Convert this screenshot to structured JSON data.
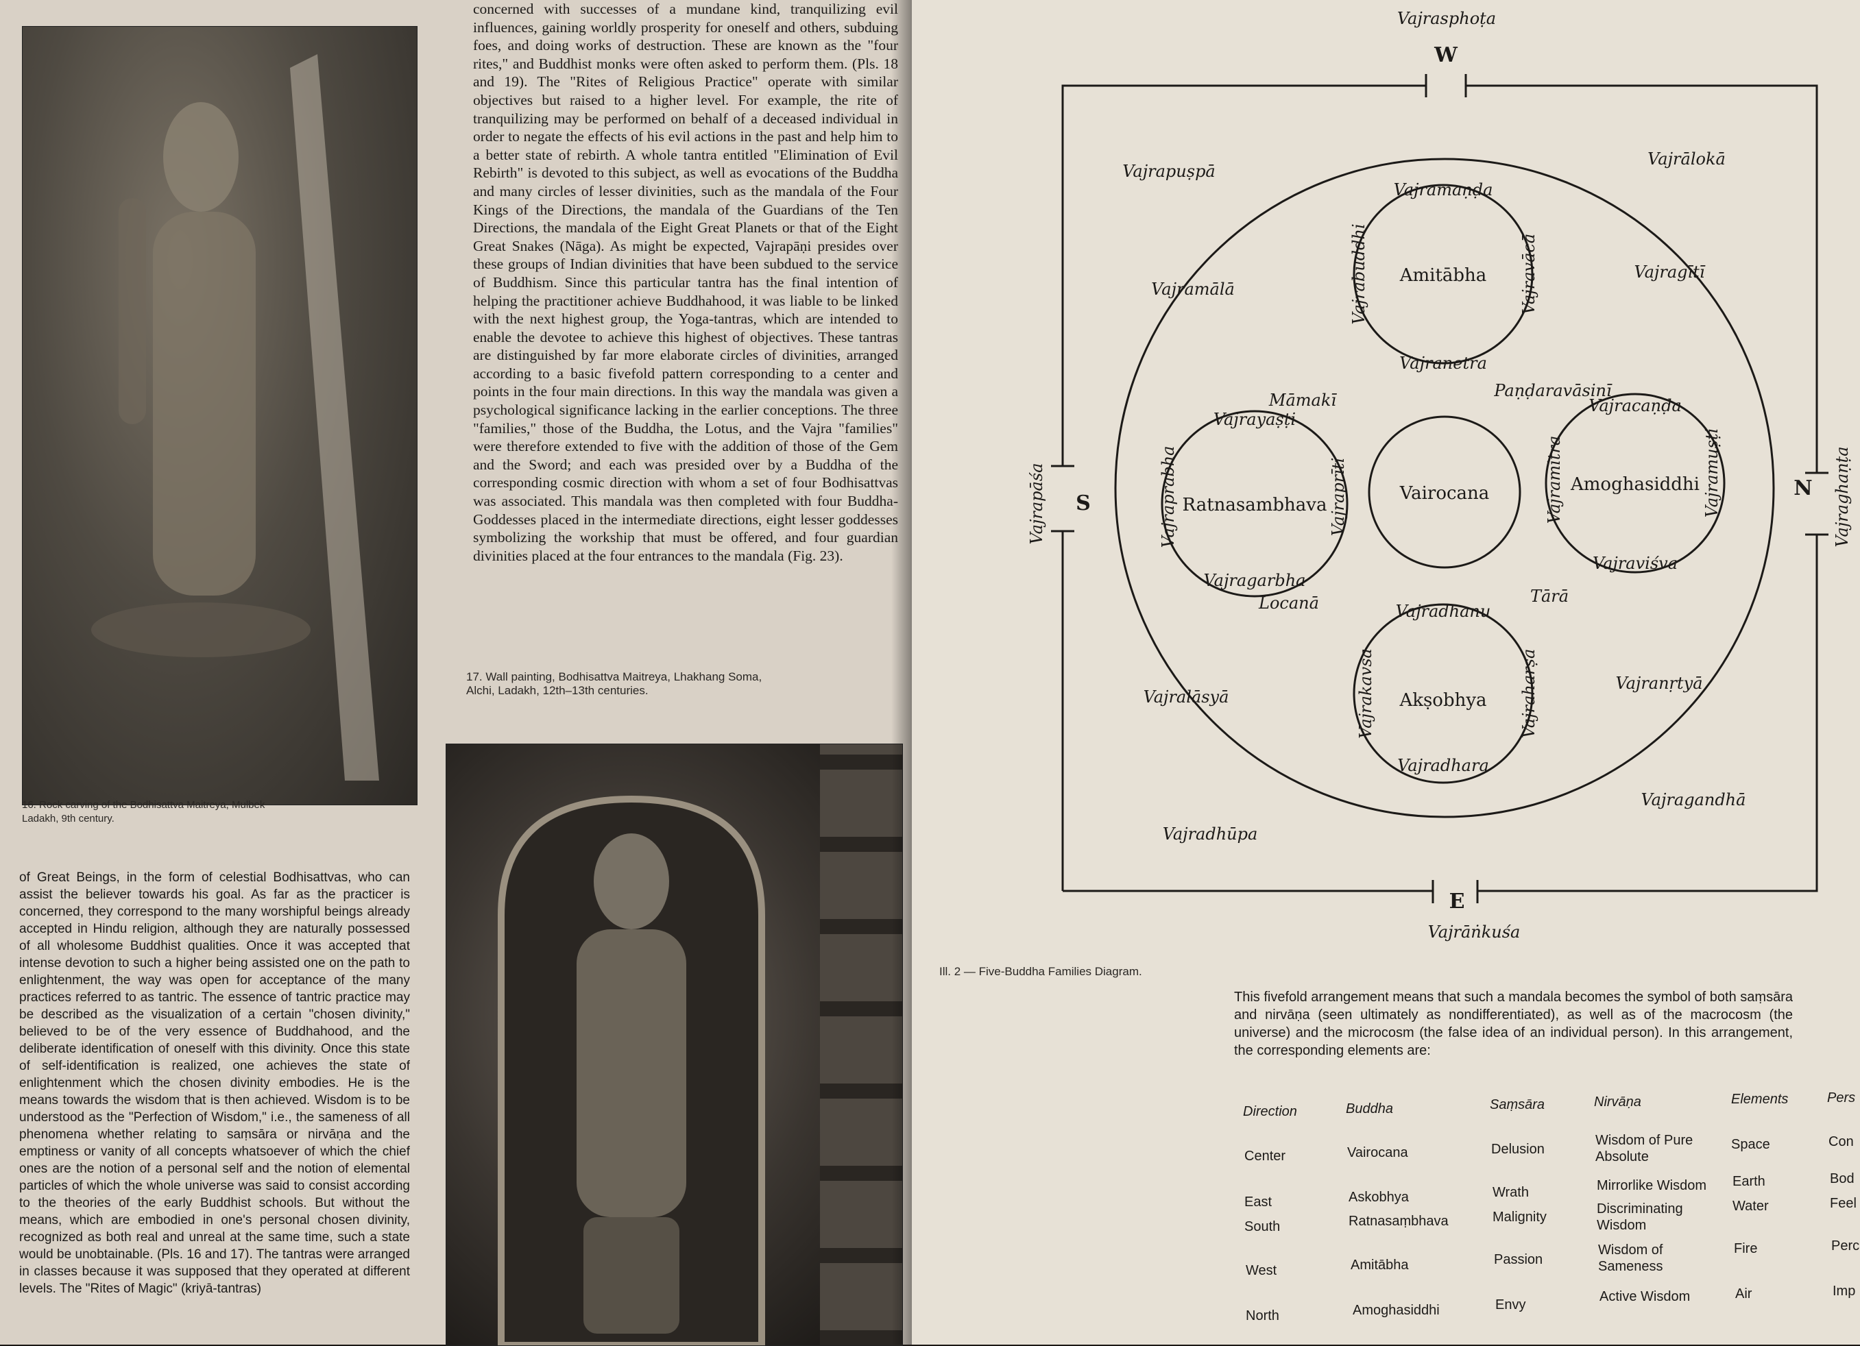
{
  "left_page": {
    "top_paragraph": "concerned with successes of a mundane kind, tranquilizing evil influences, gaining worldly prosperity for oneself and others, subduing foes, and doing works of destruction. These are known as the \"four rites,\" and Buddhist monks were often asked to perform them. (Pls. 18 and 19). The \"Rites of Religious Practice\" operate with similar objectives but raised to a higher level. For example, the rite of tranquilizing may be performed on behalf of a deceased individual in order to negate the effects of his evil actions in the past and help him to a better state of rebirth. A whole tantra entitled \"Elimination of Evil Rebirth\" is devoted to this subject, as well as evocations of the Buddha and many circles of lesser divinities, such as the mandala of the Four Kings of the Directions, the mandala of the Guardians of the Ten Directions, the mandala of the Eight Great Planets or that of the Eight Great Snakes (Nāga). As might be expected, Vajrapāṇi presides over these groups of Indian divinities that have been subdued to the service of Buddhism. Since this particular tantra has the final intention of helping the practitioner achieve Buddhahood, it was liable to be linked with the next highest group, the Yoga-tantras, which are intended to enable the devotee to achieve this highest of objectives. These tantras are distinguished by far more elaborate circles of divinities, arranged according to a basic fivefold pattern corresponding to a center and points in the four main directions. In this way the mandala was given a psychological significance lacking in the earlier conceptions. The three \"families,\" those of the Buddha, the Lotus, and the Vajra \"families\" were therefore extended to five with the addition of those of the Gem and the Sword; and each was presided over by a Buddha of the corresponding cosmic direction with whom a set of four Bodhisattvas was associated. This mandala was then completed with four Buddha-Goddesses placed in the intermediate directions, eight lesser goddesses symbolizing the workship that must be offered, and four guardian divinities placed at the four entrances to the mandala (Fig. 23).",
    "caption_17": "17. Wall painting, Bodhisattva Maitreya, Lhakhang Soma, Alchi, Ladakh, 12th–13th centuries.",
    "caption_16": "16. Rock carving of the Bodhisattva Maitreya, Mulbek Ladakh, 9th century.",
    "bottom_paragraph": "of Great Beings, in the form of celestial Bodhisattvas, who can assist the believer towards his goal. As far as the practicer is concerned, they correspond to the many worshipful beings already accepted in Hindu religion, although they are naturally possessed of all wholesome Buddhist qualities. Once it was accepted that intense devotion to such a higher being assisted one on the path to enlightenment, the way was open for acceptance of the many practices referred to as tantric. The essence of tantric practice may be described as the visualization of a certain \"chosen divinity,\" believed to be of the very essence of Buddhahood, and the deliberate identification of oneself with this divinity. Once this state of self-identification is realized, one achieves the state of enlightenment which the chosen divinity embodies. He is the means towards the wisdom that is then achieved. Wisdom is to be understood as the \"Perfection of Wisdom,\" i.e., the sameness of all phenomena whether relating to saṃsāra or nirvāṇa and the emptiness or vanity of all concepts whatsoever of which the chief ones are the notion of a personal self and the notion of elemental particles of which the whole universe was said to consist according to the theories of the early Buddhist schools. But without the means, which are embodied in one's personal chosen divinity, recognized as both real and unreal at the same time, such a state would be unobtainable. (Pls. 16 and 17). The tantras were arranged in classes because it was supposed that they operated at different levels. The \"Rites of Magic\" (kriyā-tantras)"
  },
  "diagram": {
    "directions": {
      "top": "W",
      "right": "N",
      "bottom": "E",
      "left": "S"
    },
    "gates": {
      "top": "Vajrasphoṭa",
      "right": "Vajraghaṇṭa",
      "bottom": "Vajrāṅkuśa",
      "left": "Vajrapāśa"
    },
    "corners": {
      "top_left": "Vajrapuṣpā",
      "top_right": "Vajrālokā",
      "bottom_left": "Vajradhūpa",
      "bottom_right": "Vajragandhā"
    },
    "ring": {
      "upper_left": "Vajramālā",
      "upper_right": "Vajragītī",
      "lower_left": "Vajralāsyā",
      "lower_right": "Vajranṛtyā"
    },
    "goddesses": {
      "upper_left": "Māmakī",
      "upper_right": "Paṇḍaravāsinī",
      "lower_left": "Locanā",
      "lower_right": "Tārā"
    },
    "center": "Vairocana",
    "top_buddha": {
      "name": "Amitābha",
      "top": "Vajramaṇḍa",
      "left": "Vajrabuddhi",
      "right": "Vajravācā",
      "bottom": "Vajranetra"
    },
    "left_buddha": {
      "name": "Ratnasambhava",
      "top": "Vajrayaṣṭi",
      "left": "Vajraprabha",
      "right": "Vajraprīti",
      "bottom": "Vajragarbha"
    },
    "right_buddha": {
      "name": "Amoghasiddhi",
      "top": "Vajracaṇḍa",
      "left": "Vajramitra",
      "right": "Vajramuṣṭi",
      "bottom": "Vajraviśva"
    },
    "bottom_buddha": {
      "name": "Akṣobhya",
      "top": "Vajradhanu",
      "left": "Vajrakavsa",
      "right": "Vajraharṣa",
      "bottom": "Vajradhara"
    },
    "caption": "Ill. 2 — Five-Buddha Families Diagram."
  },
  "right_page": {
    "paragraph": "This fivefold arrangement means that such a mandala becomes the symbol of both saṃsāra and nirvāṇa (seen ultimately as nondifferentiated), as well as of the macrocosm (the universe) and the microcosm (the false idea of an individual person). In this arrangement, the corresponding elements are:",
    "table": {
      "headers": [
        "Direction",
        "Buddha",
        "Saṃsāra",
        "Nirvāṇa",
        "Elements",
        "Pers"
      ],
      "rows": [
        [
          "Center",
          "Vairocana",
          "Delusion",
          "Wisdom of Pure Absolute",
          "Space",
          "Con"
        ],
        [
          "East",
          "Askobhya",
          "Wrath",
          "Mirrorlike Wisdom",
          "Earth",
          "Bod"
        ],
        [
          "South",
          "Ratnasaṃbhava",
          "Malignity",
          "Discriminating Wisdom",
          "Water",
          "Feel"
        ],
        [
          "West",
          "Amitābha",
          "Passion",
          "Wisdom of Sameness",
          "Fire",
          "Perc"
        ],
        [
          "North",
          "Amoghasiddhi",
          "Envy",
          "Active Wisdom",
          "Air",
          "Imp"
        ]
      ]
    }
  }
}
